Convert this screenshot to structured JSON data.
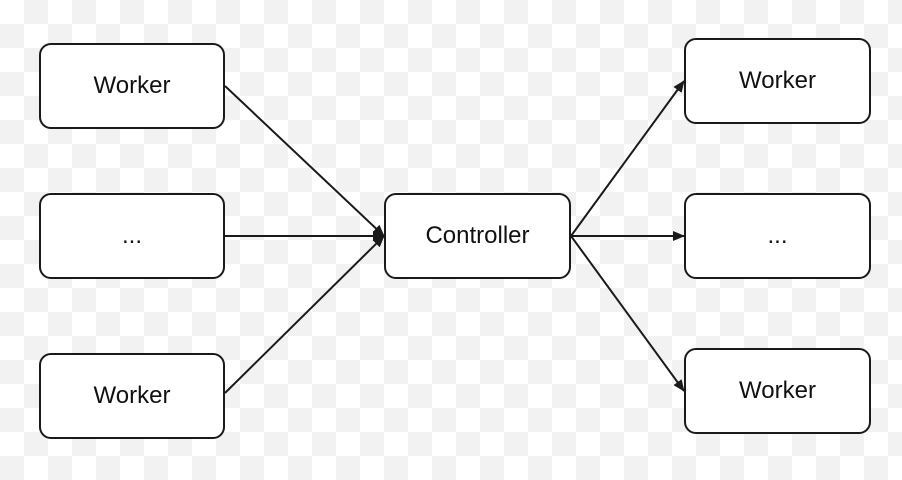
{
  "diagram": {
    "inputs": [
      {
        "label": "Worker"
      },
      {
        "label": "..."
      },
      {
        "label": "Worker"
      }
    ],
    "center": {
      "label": "Controller"
    },
    "outputs": [
      {
        "label": "Worker"
      },
      {
        "label": "..."
      },
      {
        "label": "Worker"
      }
    ],
    "edges": [
      {
        "from": "inputs.0",
        "to": "center"
      },
      {
        "from": "inputs.1",
        "to": "center"
      },
      {
        "from": "inputs.2",
        "to": "center"
      },
      {
        "from": "center",
        "to": "outputs.0"
      },
      {
        "from": "center",
        "to": "outputs.1"
      },
      {
        "from": "center",
        "to": "outputs.2"
      }
    ],
    "colors": {
      "stroke": "#1a1a1a",
      "node_fill": "#ffffff",
      "text": "#111111"
    }
  }
}
